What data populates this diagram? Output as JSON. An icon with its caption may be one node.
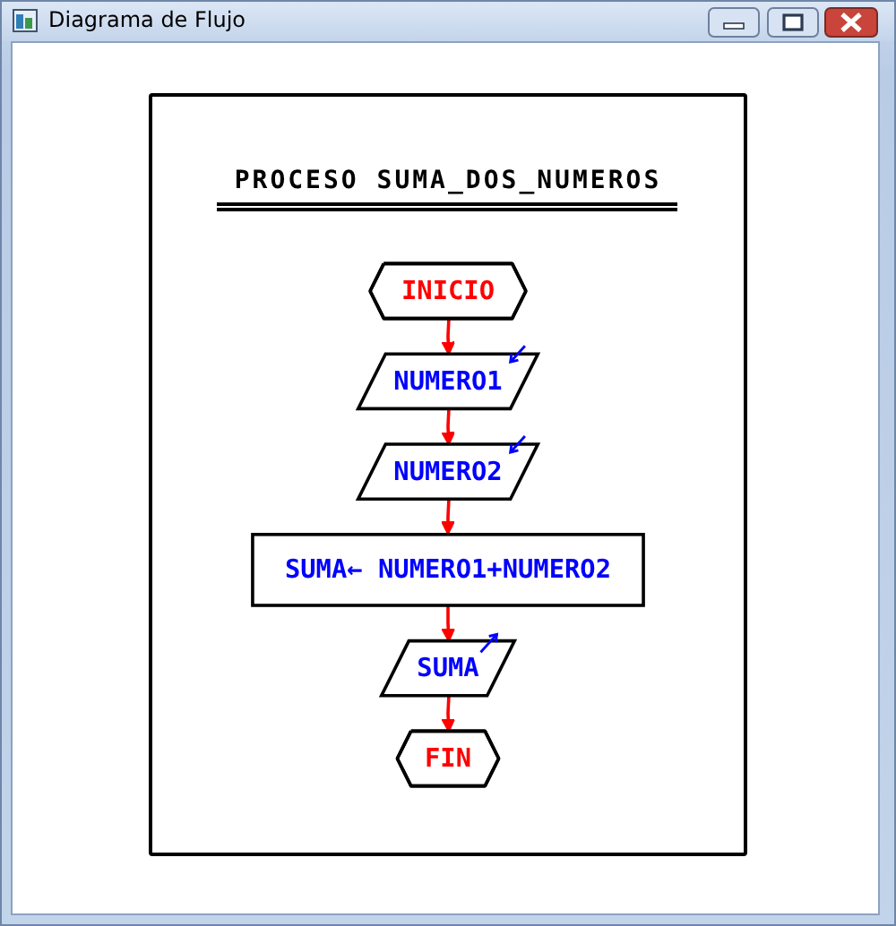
{
  "diagram": {
    "title": "PROCESO SUMA_DOS_NUMEROS",
    "nodes": [
      {
        "text": [
          "INICIO"
        ]
      },
      {
        "text": [
          "NUMERO1"
        ]
      },
      {
        "text": [
          "NUMERO2"
        ]
      },
      {
        "text": [
          "SUMA← NUMERO1+NUMERO2"
        ]
      },
      {
        "text": [
          "SUMA"
        ]
      },
      {
        "text": [
          "FIN"
        ]
      }
    ],
    "edges": [
      {
        "from": 0,
        "to": 1,
        "arrow": "to"
      },
      {
        "from": 1,
        "to": 2,
        "arrow": "to"
      },
      {
        "from": 2,
        "to": 3,
        "arrow": "to"
      },
      {
        "from": 3,
        "to": 4,
        "arrow": "to"
      },
      {
        "from": 4,
        "to": 5,
        "arrow": "to"
      }
    ],
    "labels": [
      "Diagrama de Flujo"
    ]
  }
}
